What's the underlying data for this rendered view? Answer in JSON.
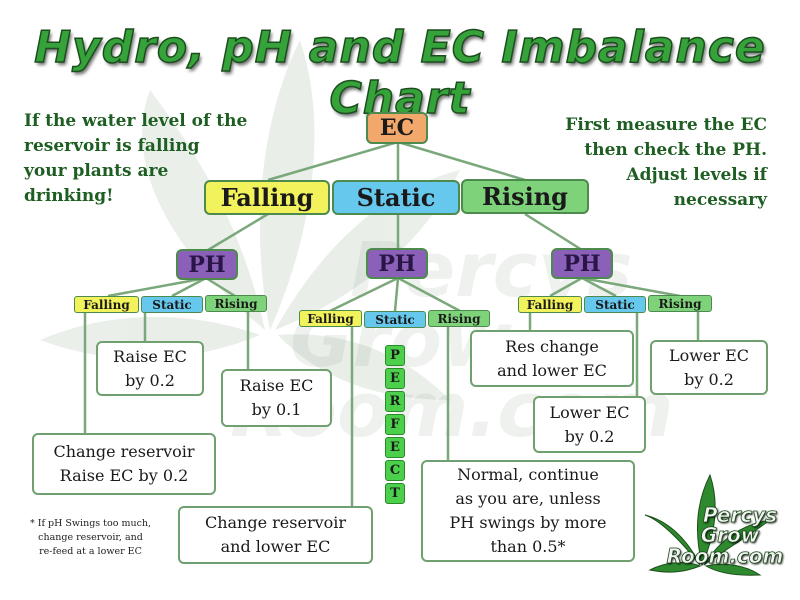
{
  "title": "Hydro, pH and EC Imbalance Chart",
  "notes": {
    "left": "If the water level of the\nreservoir is falling\nyour plants are\ndrinking!",
    "right": "First measure the EC\nthen check the PH.\nAdjust levels if\nnecessary"
  },
  "root": "EC",
  "level1": [
    "Falling",
    "Static",
    "Rising"
  ],
  "ph_label": "PH",
  "sub_labels": [
    "Falling",
    "Static",
    "Rising"
  ],
  "actions": {
    "raise_ec_02": "Raise EC\nby 0.2",
    "raise_ec_01": "Raise EC\nby 0.1",
    "change_raise": "Change reservoir\nRaise EC by 0.2",
    "change_lower": "Change reservoir\nand lower EC",
    "normal": "Normal, continue\nas you are, unless\nPH swings by more\nthan 0.5*",
    "res_change_lower": "Res change\nand lower EC",
    "lower_ec_02_mid": "Lower EC\nby 0.2",
    "lower_ec_02_right": "Lower EC\nby 0.2"
  },
  "perfect": [
    "P",
    "E",
    "R",
    "F",
    "E",
    "C",
    "T"
  ],
  "footnote": "* If pH Swings too much,\nchange reservoir, and\nre-feed at a lower EC",
  "watermark": [
    "Percys",
    "Grow",
    "Room.com"
  ],
  "logo": [
    "Percys",
    "Grow",
    "Room.com"
  ],
  "colors": {
    "ec": "#f2a86a",
    "falling": "#f2f25c",
    "static": "#66c8ec",
    "rising": "#7ed37a",
    "ph": "#8a60b8",
    "line": "#7aa87a",
    "title": "#35a33a"
  }
}
